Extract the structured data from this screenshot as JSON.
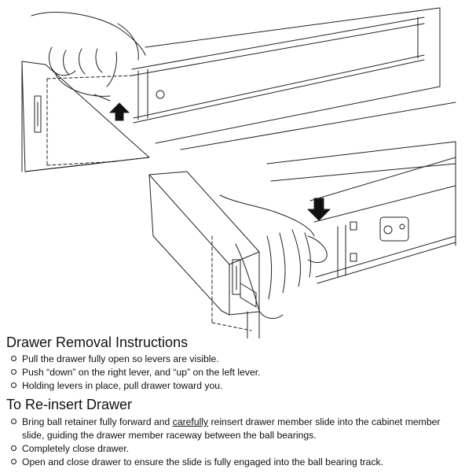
{
  "removal": {
    "heading": "Drawer Removal Instructions",
    "steps": [
      "Pull the drawer fully open so levers are visible.",
      "Push “down” on the right lever, and “up” on the left lever.",
      "Holding levers in place, pull drawer toward you."
    ]
  },
  "reinsert": {
    "heading": "To Re-insert Drawer",
    "step1_before": "Bring ball retainer fully forward and ",
    "step1_underlined": "carefully",
    "step1_after": " reinsert drawer  member slide into the cabinet member slide, guiding the drawer member raceway between the ball bearings.",
    "step2": "Completely close drawer.",
    "step3": "Open and close drawer to ensure the slide is fully engaged into the ball bearing track."
  },
  "illustration": {
    "upper_panel": "left-lever-push-up",
    "lower_panel": "right-lever-push-down",
    "icons": [
      "arrow-up-icon",
      "arrow-down-icon"
    ]
  }
}
